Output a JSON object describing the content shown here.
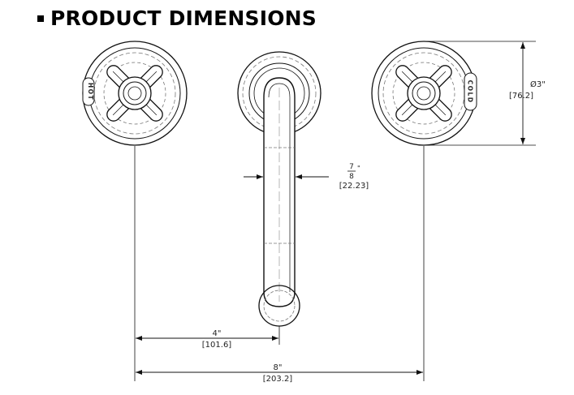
{
  "heading": "PRODUCT DIMENSIONS",
  "labels": {
    "hot": "HOT",
    "cold": "COLD"
  },
  "dimensions": {
    "diameter_in": "Ø3\"",
    "diameter_mm": "[76.2]",
    "spout_width_num": "7",
    "spout_width_den": "8",
    "spout_width_unit": "\"",
    "spout_width_mm": "[22.23]",
    "center_spout_in": "4\"",
    "center_spout_mm": "[101.6]",
    "center_center_in": "8\"",
    "center_center_mm": "[203.2]"
  },
  "colors": {
    "line": "#111111",
    "hidden": "#777777"
  }
}
